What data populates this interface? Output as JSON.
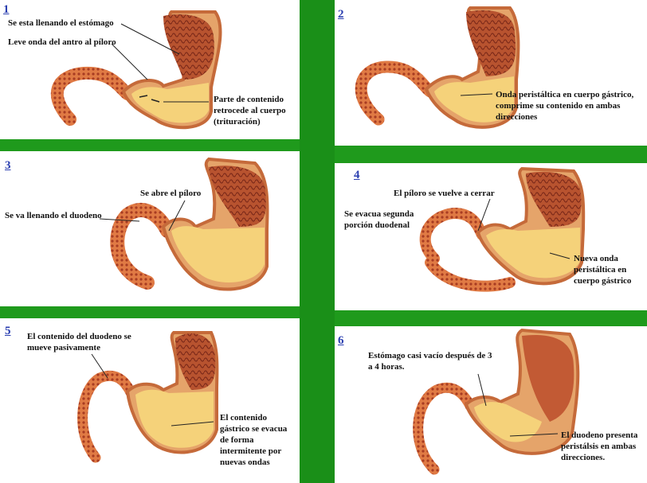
{
  "panels": [
    {
      "number": "1",
      "labels": {
        "a": "Se esta llenando el estómago",
        "b": "Leve onda del antro al píloro",
        "c": "Parte de contenido retrocede al cuerpo (trituración)"
      }
    },
    {
      "number": "2",
      "labels": {
        "a": "Onda peristáltica en cuerpo gástrico, comprime su contenido en ambas direcciones"
      }
    },
    {
      "number": "3",
      "labels": {
        "a": "Se abre el píloro",
        "b": "Se va llenando el duodeno"
      }
    },
    {
      "number": "4",
      "labels": {
        "a": "El píloro se vuelve a cerrar",
        "b": "Se evacua segunda porción duodenal",
        "c": "Nueva onda peristáltica en cuerpo gástrico"
      }
    },
    {
      "number": "5",
      "labels": {
        "a": "El contenido del duodeno se mueve pasivamente",
        "b": "El contenido gástrico se evacua de forma intermitente por nuevas ondas"
      }
    },
    {
      "number": "6",
      "labels": {
        "a": "Estómago casi vacío después de 3 a 4 horas.",
        "b": "El duodeno presenta peristálsis en ambas direcciones."
      }
    }
  ],
  "colors": {
    "background": "#1f9a1c",
    "stomach_wall": "#c0562e",
    "stomach_inner": "#f5d27a",
    "mucosa": "#a8432a",
    "duodenum": "#d4532e"
  }
}
